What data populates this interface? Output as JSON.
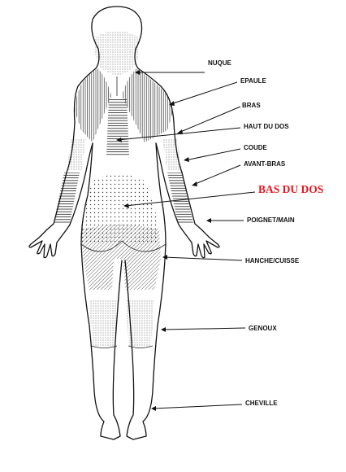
{
  "labels": {
    "nuque": "NUQUE",
    "epaule": "EPAULE",
    "bras": "BRAS",
    "haut_du_dos": "HAUT DU DOS",
    "coude": "COUDE",
    "avant_bras": "AVANT-BRAS",
    "bas_du_dos": "BAS DU DOS",
    "poignet_main": "POIGNET/MAIN",
    "hanche_cuisse": "HANCHE/CUISSE",
    "genoux": "GENOUX",
    "cheville": "CHEVILLE"
  },
  "colors": {
    "ink": "#111111",
    "highlight": "#e8131b",
    "background": "#ffffff"
  }
}
